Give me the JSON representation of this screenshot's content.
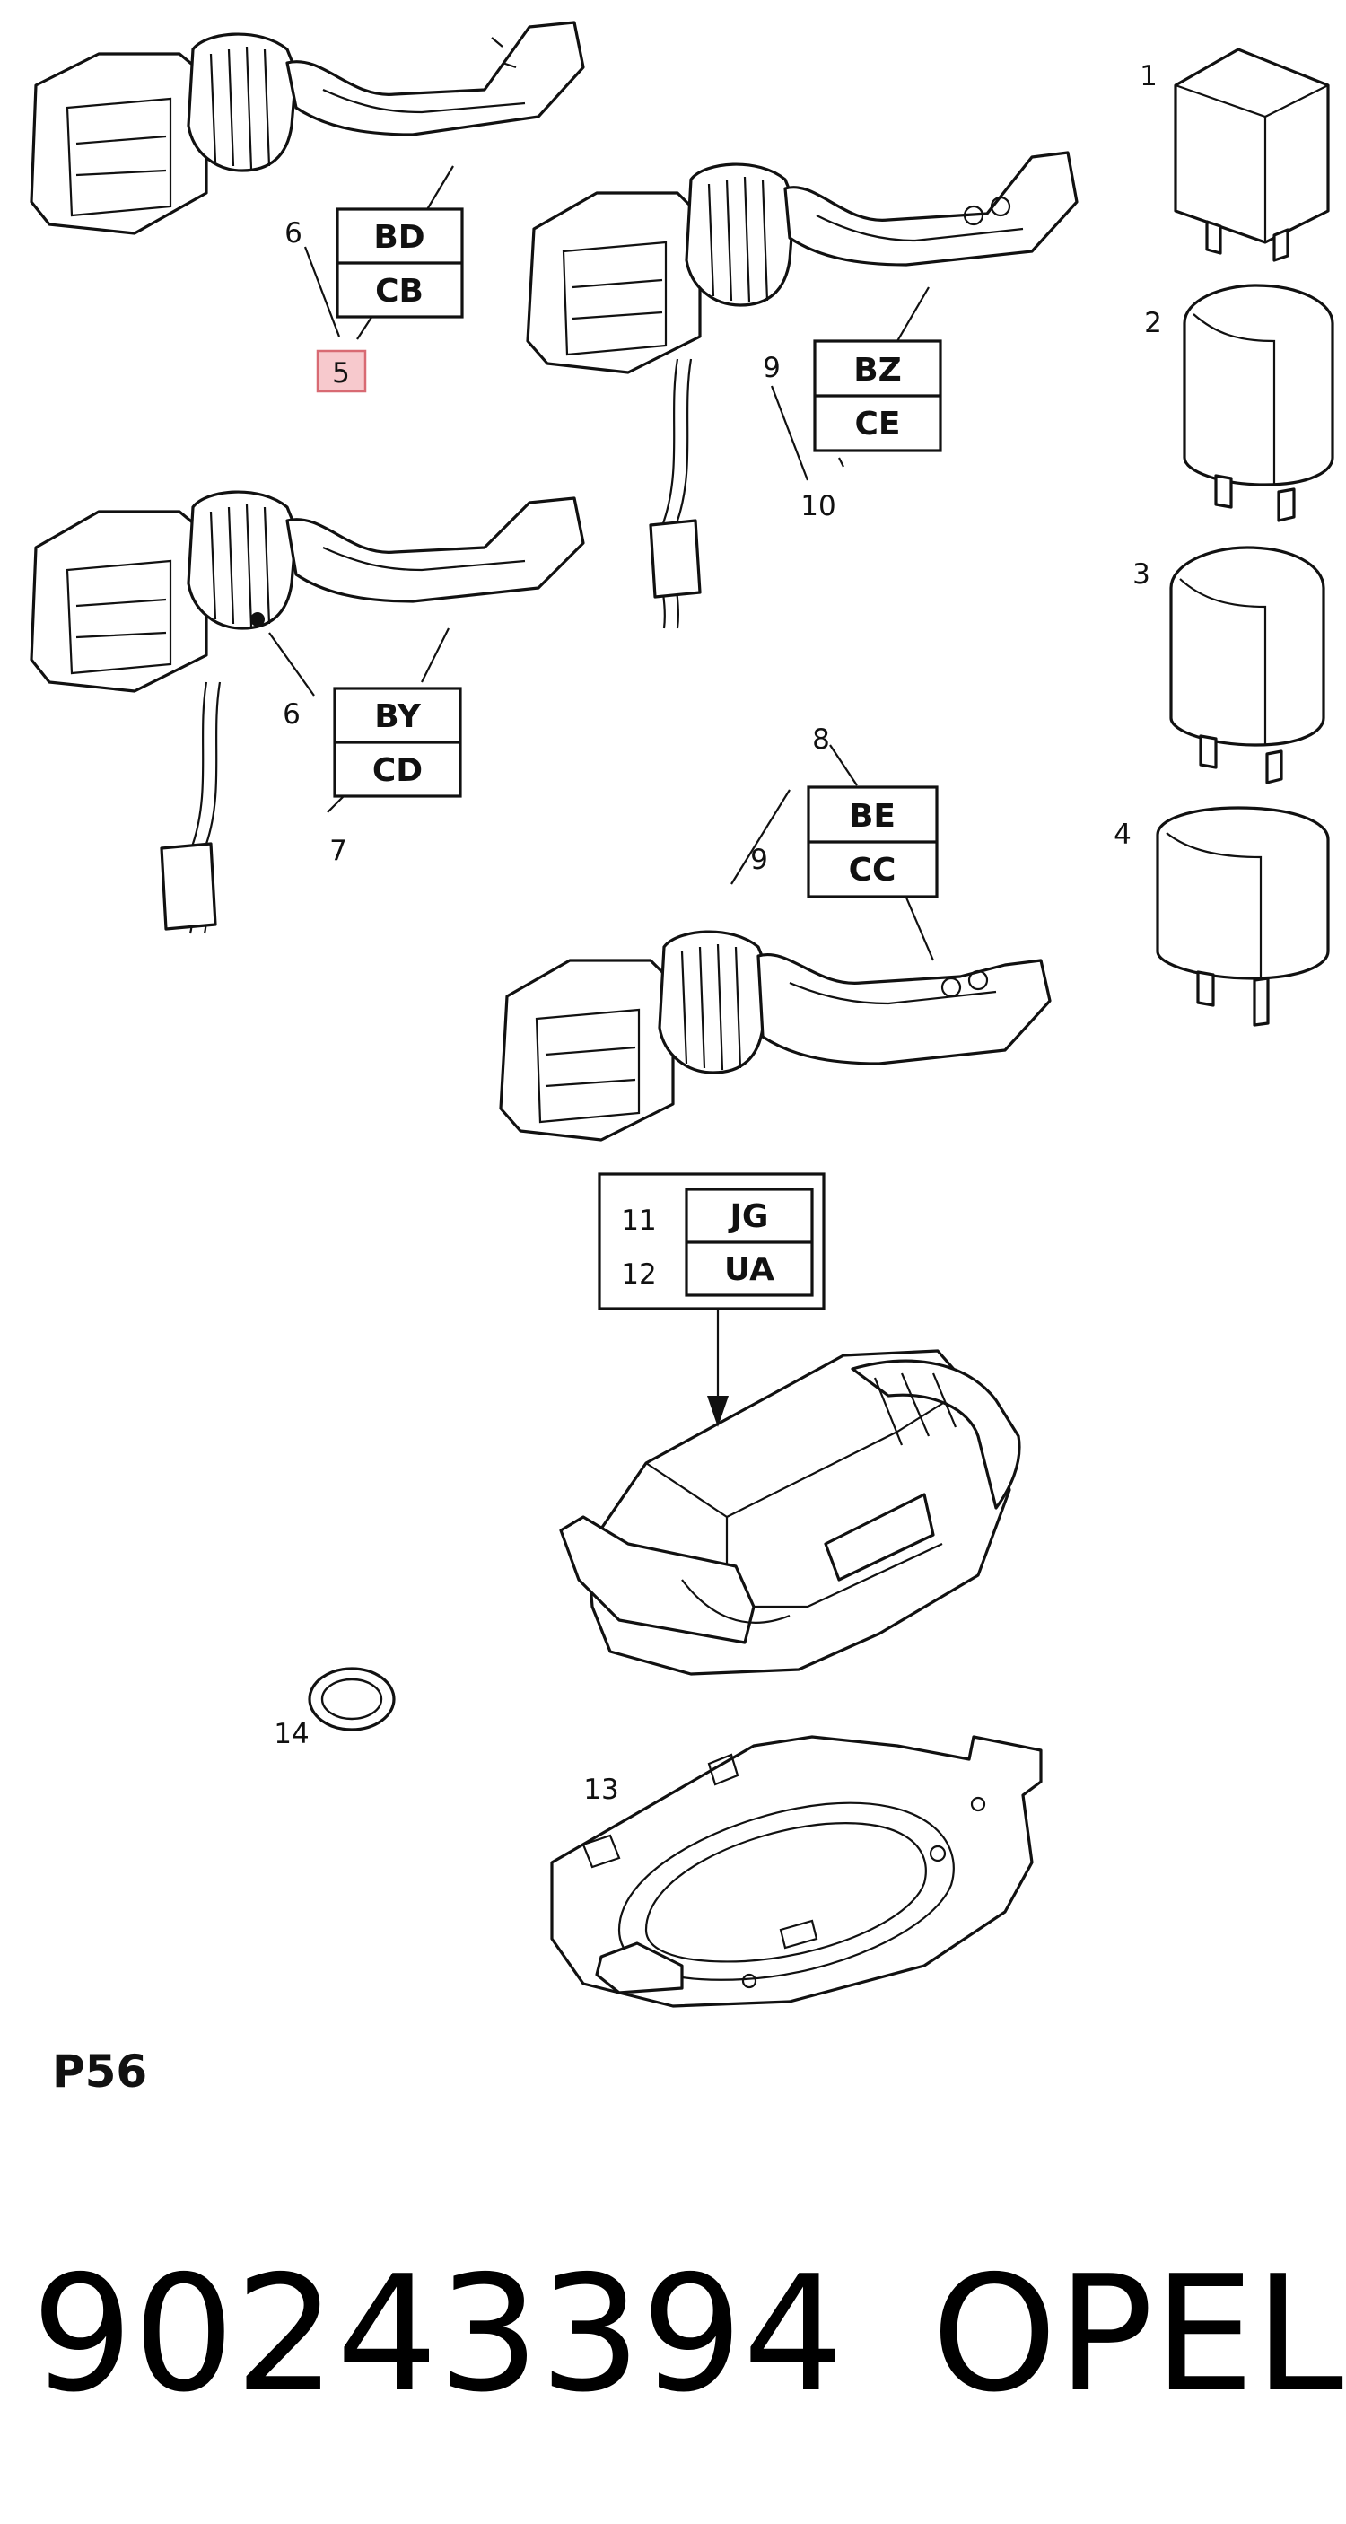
{
  "callouts": [
    {
      "id": "1",
      "text": "1"
    },
    {
      "id": "2",
      "text": "2"
    },
    {
      "id": "3",
      "text": "3"
    },
    {
      "id": "4",
      "text": "4"
    },
    {
      "id": "5",
      "text": "5",
      "highlight": "#f7c9cd"
    },
    {
      "id": "6a",
      "text": "6"
    },
    {
      "id": "6b",
      "text": "6"
    },
    {
      "id": "7",
      "text": "7"
    },
    {
      "id": "8",
      "text": "8"
    },
    {
      "id": "9a",
      "text": "9"
    },
    {
      "id": "9b",
      "text": "9"
    },
    {
      "id": "10",
      "text": "10"
    },
    {
      "id": "11",
      "text": "11"
    },
    {
      "id": "12",
      "text": "12"
    },
    {
      "id": "13",
      "text": "13"
    },
    {
      "id": "14",
      "text": "14"
    }
  ],
  "code_boxes": {
    "switch_a": [
      "BD",
      "CB"
    ],
    "switch_b": [
      "BZ",
      "CE"
    ],
    "switch_c": [
      "BY",
      "CD"
    ],
    "switch_d": [
      "BE",
      "CC"
    ],
    "module": [
      "JG",
      "UA"
    ]
  },
  "page_code": "P56",
  "part_number": "90243394",
  "brand": "OPEL",
  "highlight_color": "#f7c9cd",
  "highlight_stroke": "#d86a73"
}
